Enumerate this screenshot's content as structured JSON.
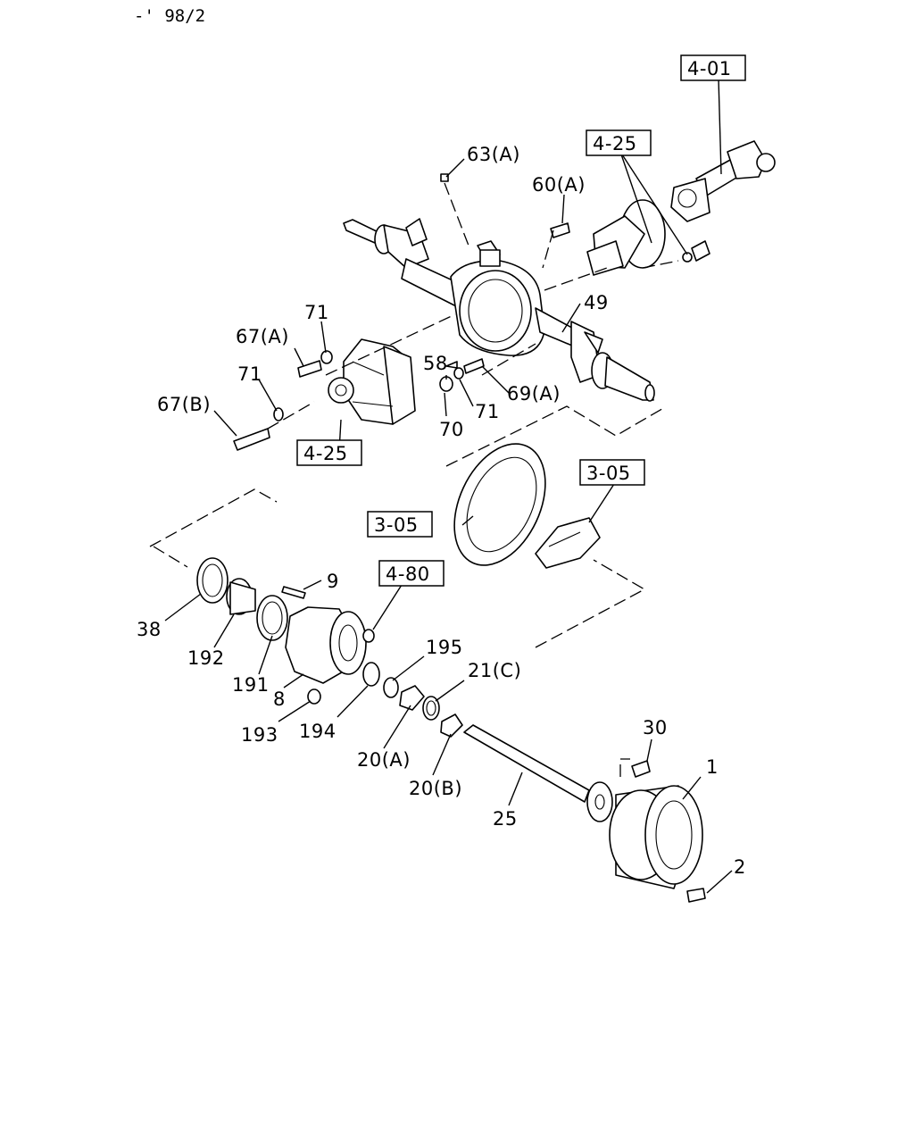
{
  "header": {
    "code": "-' 98/2"
  },
  "refs": {
    "r401": "4-01",
    "r425_top": "4-25",
    "r425_bottom": "4-25",
    "r305_left": "3-05",
    "r305_right": "3-05",
    "r480": "4-80"
  },
  "callouts": {
    "c63a": "63(A)",
    "c60a": "60(A)",
    "c49": "49",
    "c71_a": "71",
    "c67a": "67(A)",
    "c71_b": "71",
    "c67b": "67(B)",
    "c58": "58",
    "c69a": "69(A)",
    "c71_c": "71",
    "c70": "70",
    "c9": "9",
    "c38": "38",
    "c192": "192",
    "c191": "191",
    "c8": "8",
    "c193": "193",
    "c194": "194",
    "c195": "195",
    "c21c": "21(C)",
    "c20a": "20(A)",
    "c20b": "20(B)",
    "c25": "25",
    "c30": "30",
    "c1": "1",
    "c2": "2"
  }
}
